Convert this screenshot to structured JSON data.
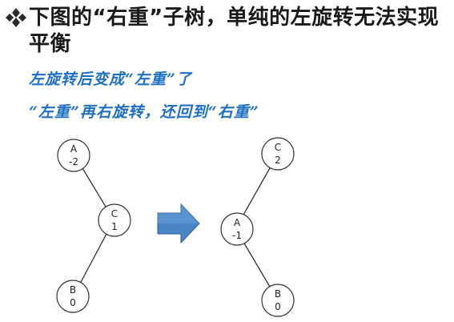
{
  "heading": {
    "bullet_icon": "diamond-bullet-icon",
    "text": "下图的“右重”子树，单纯的左旋转无法实现平衡"
  },
  "notes": [
    "左旋转后变成“左重”了",
    "“左重”再右旋转，还回到“右重”"
  ],
  "colors": {
    "heading": "#1a1a1a",
    "note_text": "#1f6fc4",
    "arrow_fill": "#4a86c5",
    "arrow_edge": "#2e5f93",
    "node_stroke": "#333333",
    "edge_stroke": "#333333"
  },
  "tree_before": {
    "nodes": [
      {
        "key": "A",
        "balance": "-2"
      },
      {
        "key": "C",
        "balance": "1"
      },
      {
        "key": "B",
        "balance": "0"
      }
    ]
  },
  "transition_icon": "right-arrow-icon",
  "tree_after": {
    "nodes": [
      {
        "key": "C",
        "balance": "2"
      },
      {
        "key": "A",
        "balance": "-1"
      },
      {
        "key": "B",
        "balance": "0"
      }
    ]
  }
}
